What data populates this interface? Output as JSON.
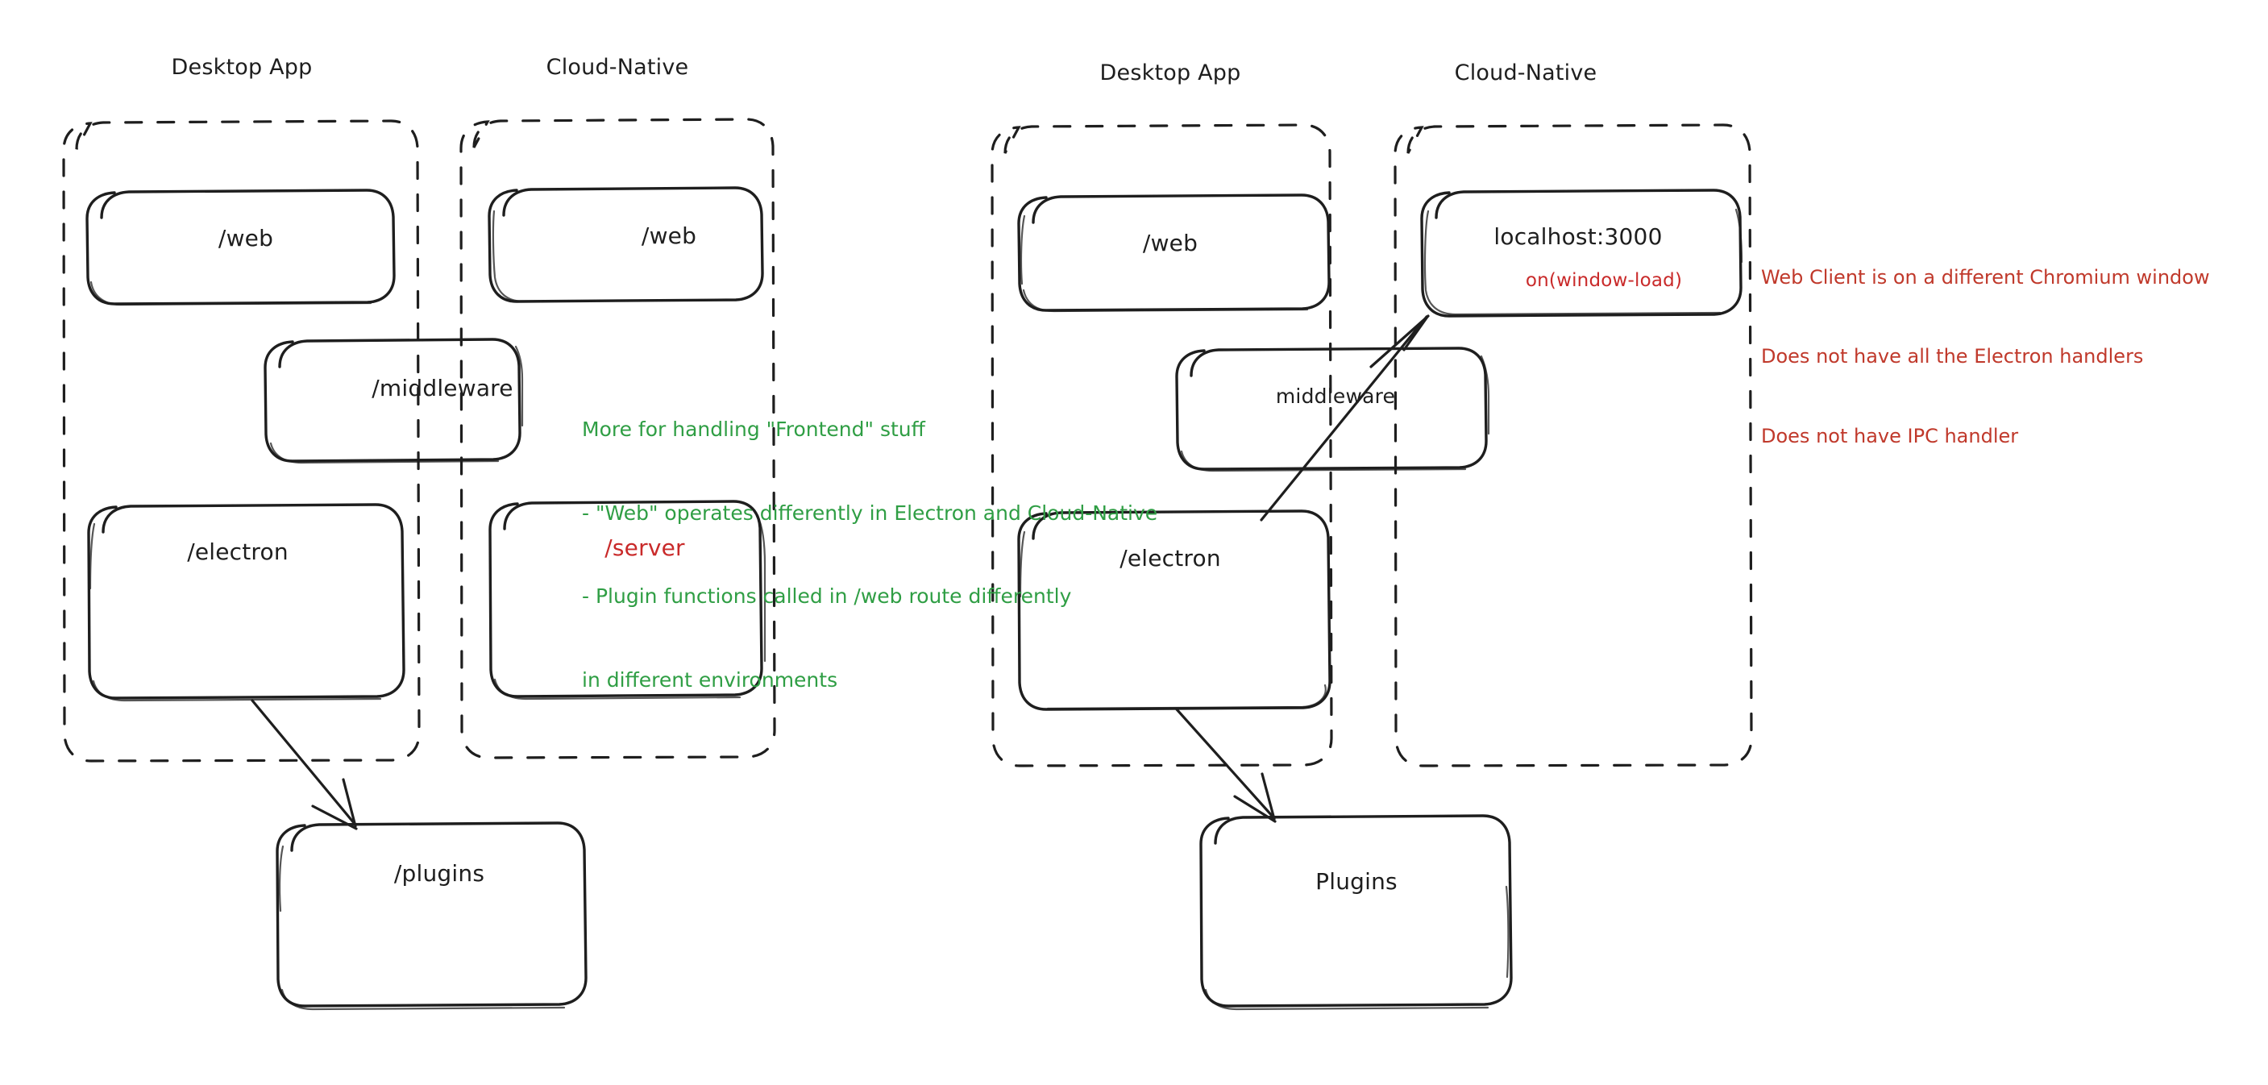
{
  "meta": {
    "background_color": "#ffffff",
    "ink_color": "#1e1e1e",
    "green_color": "#2f9e44",
    "red_color": "#c92a2a",
    "note_red_color": "#c0392b",
    "style": "hand-drawn-whiteboard"
  },
  "diagrams": [
    {
      "id": "left-diagram",
      "groups": [
        {
          "id": "left-desktop-app",
          "title": "Desktop App"
        },
        {
          "id": "left-cloud-native",
          "title": "Cloud-Native"
        }
      ],
      "boxes": [
        {
          "id": "left-desktop-web",
          "label": "/web",
          "color": "ink"
        },
        {
          "id": "left-cloud-web",
          "label": "/web",
          "color": "ink"
        },
        {
          "id": "left-middleware",
          "label": "/middleware",
          "color": "ink"
        },
        {
          "id": "left-desktop-electron",
          "label": "/electron",
          "color": "ink"
        },
        {
          "id": "left-cloud-server",
          "label": "/server",
          "color": "red"
        },
        {
          "id": "left-plugins",
          "label": "/plugins",
          "color": "ink"
        }
      ],
      "arrows": [
        {
          "id": "left-electron-to-plugins",
          "from": "left-desktop-electron",
          "to": "left-plugins"
        }
      ],
      "notes": [
        {
          "id": "left-green-note",
          "color": "green",
          "lines": [
            "More for handling \"Frontend\" stuff",
            "- \"Web\" operates differently in Electron and Cloud-Native",
            "- Plugin functions called in /web route differently",
            "in different environments"
          ]
        }
      ]
    },
    {
      "id": "right-diagram",
      "groups": [
        {
          "id": "right-desktop-app",
          "title": "Desktop App"
        },
        {
          "id": "right-cloud-native",
          "title": "Cloud-Native"
        }
      ],
      "boxes": [
        {
          "id": "right-desktop-web",
          "label": "/web",
          "color": "ink"
        },
        {
          "id": "right-localhost",
          "label": "localhost:3000",
          "color": "ink",
          "sublabel": "on(window-load)",
          "sublabel_color": "red"
        },
        {
          "id": "right-middleware",
          "label": "middleware",
          "color": "ink"
        },
        {
          "id": "right-desktop-electron",
          "label": "/electron",
          "color": "ink"
        },
        {
          "id": "right-plugins",
          "label": "Plugins",
          "color": "ink"
        }
      ],
      "arrows": [
        {
          "id": "right-electron-to-localhost",
          "from": "right-desktop-electron",
          "to": "right-localhost"
        },
        {
          "id": "right-electron-to-plugins",
          "from": "right-desktop-electron",
          "to": "right-plugins"
        }
      ],
      "notes": [
        {
          "id": "right-red-note",
          "color": "red",
          "lines": [
            "Web Client is on a different Chromium window",
            "Does not have all the Electron handlers",
            "Does not have IPC handler"
          ]
        }
      ]
    }
  ],
  "text": {
    "left": {
      "group_desktop": "Desktop App",
      "group_cloud": "Cloud-Native",
      "web_desktop": "/web",
      "web_cloud": "/web",
      "middleware": "/middleware",
      "electron": "/electron",
      "server": "/server",
      "plugins": "/plugins",
      "note_line_1": "More for handling \"Frontend\" stuff",
      "note_line_2": "- \"Web\" operates differently in Electron and Cloud-Native",
      "note_line_3": "- Plugin functions called in /web route differently",
      "note_line_4": "in different environments"
    },
    "right": {
      "group_desktop": "Desktop App",
      "group_cloud": "Cloud-Native",
      "web_desktop": "/web",
      "localhost": "localhost:3000",
      "on_window_load": "on(window-load)",
      "middleware": "middleware",
      "electron": "/electron",
      "plugins": "Plugins",
      "note_line_1": "Web Client is on a different Chromium window",
      "note_line_2": "Does not have all the Electron handlers",
      "note_line_3": "Does not have IPC handler"
    }
  }
}
